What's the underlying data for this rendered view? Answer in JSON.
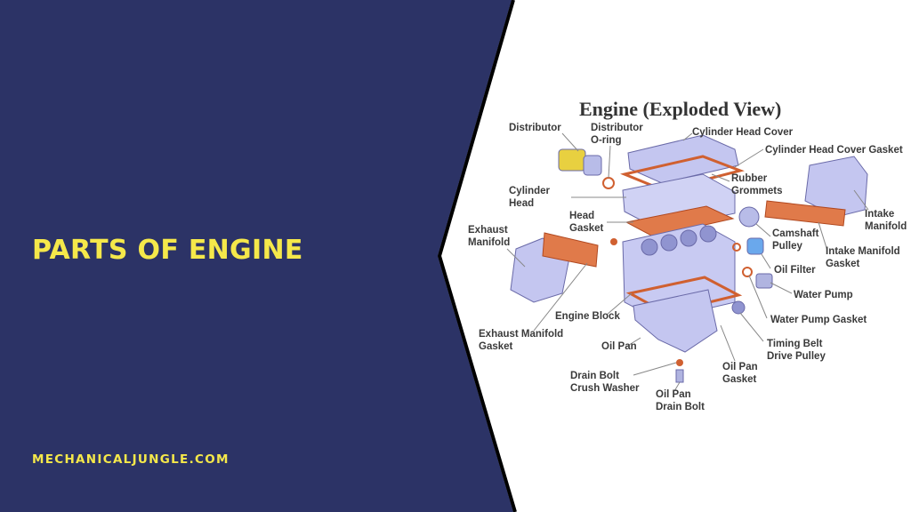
{
  "banner": {
    "title": "PARTS OF ENGINE",
    "website": "MECHANICALJUNGLE.COM",
    "colors": {
      "background": "#2c3366",
      "accent": "#f5e84a",
      "divider": "#000000"
    }
  },
  "diagram": {
    "title": "Engine (Exploded View)",
    "labels": [
      "Distributor",
      "Distributor\nO-ring",
      "Cylinder Head Cover",
      "Cylinder Head Cover Gasket",
      "Rubber\nGrommets",
      "Cylinder\nHead",
      "Head\nGasket",
      "Intake\nManifold",
      "Camshaft\nPulley",
      "Intake Manifold\nGasket",
      "Exhaust\nManifold",
      "Oil Filter",
      "Water Pump",
      "Engine Block",
      "Water Pump Gasket",
      "Exhaust Manifold\nGasket",
      "Oil Pan",
      "Timing Belt\nDrive Pulley",
      "Oil Pan\nGasket",
      "Drain Bolt\nCrush Washer",
      "Oil Pan\nDrain Bolt"
    ]
  }
}
